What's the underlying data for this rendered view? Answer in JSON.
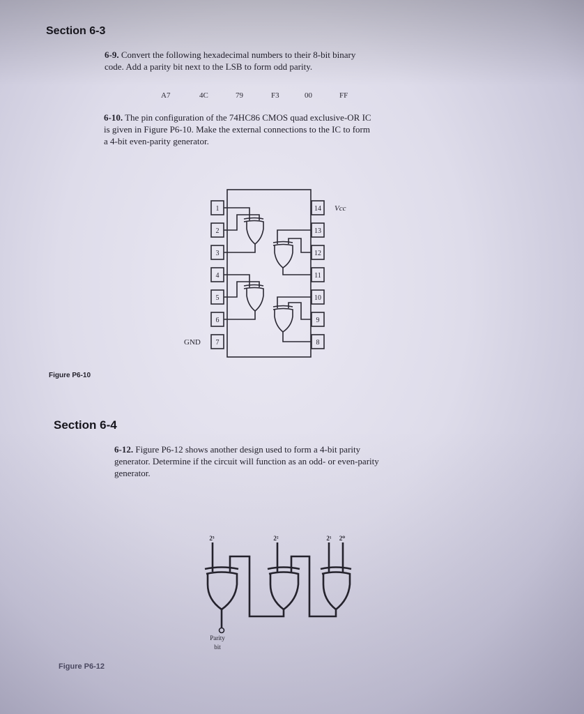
{
  "sections": {
    "s63": "Section 6-3",
    "s64": "Section 6-4"
  },
  "p69": {
    "number": "6-9.",
    "line1": "Convert the following hexadecimal numbers to their 8-bit binary",
    "line2": "code. Add a parity bit next to the LSB to form odd parity.",
    "values": [
      "A7",
      "4C",
      "79",
      "F3",
      "00",
      "FF"
    ]
  },
  "p610": {
    "number": "6-10.",
    "line1": "The pin configuration of the 74HC86 CMOS quad exclusive-OR IC",
    "line2": "is given in Figure P6-10. Make the external connections to the IC to form",
    "line3": "a 4-bit even-parity generator."
  },
  "ic": {
    "left_pins": [
      "1",
      "2",
      "3",
      "4",
      "5",
      "6",
      "7"
    ],
    "right_pins": [
      "14",
      "13",
      "12",
      "11",
      "10",
      "9",
      "8"
    ],
    "vcc_label": "Vcc",
    "gnd_label": "GND"
  },
  "fig610": "Figure P6-10",
  "p612": {
    "number": "6-12.",
    "line1": "Figure P6-12 shows another design used to form a 4-bit parity",
    "line2": "generator. Determine if the circuit will function as an odd- or even-parity",
    "line3": "generator."
  },
  "circuit": {
    "inputs": [
      "2³",
      "2²",
      "2¹",
      "2⁰"
    ],
    "output_line1": "Parity",
    "output_line2": "bit"
  },
  "fig612": "Figure P6-12"
}
